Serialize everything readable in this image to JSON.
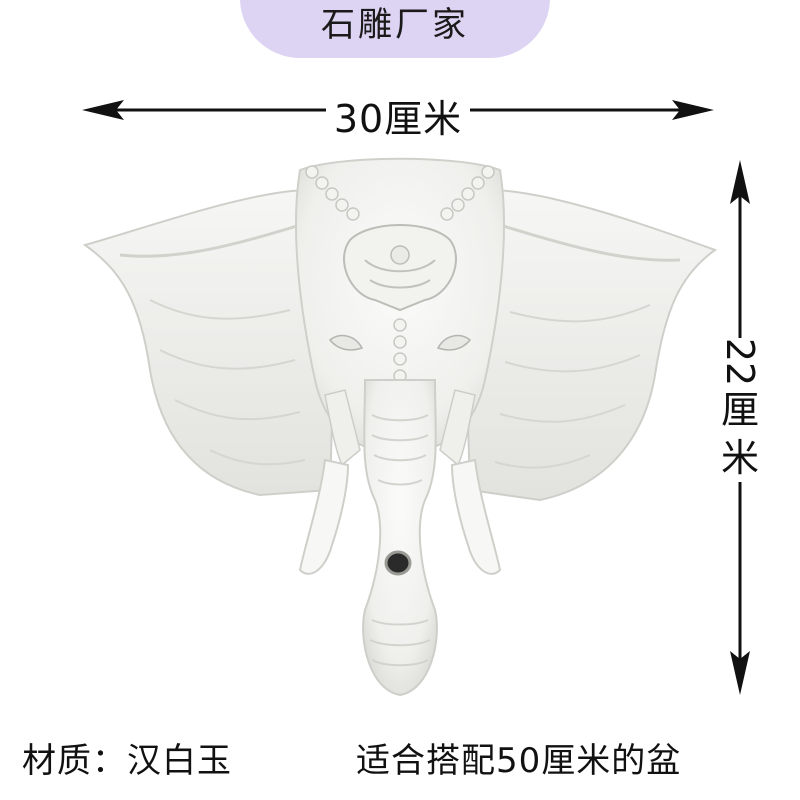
{
  "banner": {
    "title": "石雕厂家"
  },
  "dimensions": {
    "width_label": "30厘米",
    "height_value": "22",
    "height_unit_1": "厘",
    "height_unit_2": "米"
  },
  "caption": {
    "material": "材质：汉白玉",
    "note": "适合搭配50厘米的盆"
  },
  "product": {
    "icon": "elephant-head-sculpture",
    "color": "#f4f4f2"
  }
}
